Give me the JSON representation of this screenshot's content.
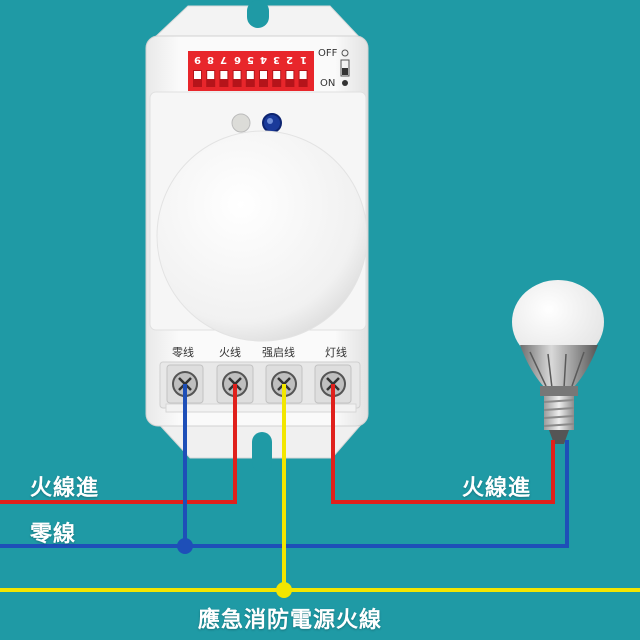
{
  "device": {
    "dip": {
      "numbers": [
        "9",
        "8",
        "7",
        "6",
        "5",
        "4",
        "3",
        "2",
        "1"
      ],
      "off_label": "OFF",
      "on_label": "ON"
    },
    "terminals": [
      "零线",
      "火线",
      "强启线",
      "灯线"
    ]
  },
  "labels": {
    "live_in_left": "火線進",
    "neutral": "零線",
    "live_in_right": "火線進",
    "emergency": "應急消防電源火線"
  },
  "colors": {
    "background": "#1f9aa5",
    "live_wire": "#e0201c",
    "neutral_wire": "#1e4fb8",
    "emergency_wire": "#f2e600"
  }
}
